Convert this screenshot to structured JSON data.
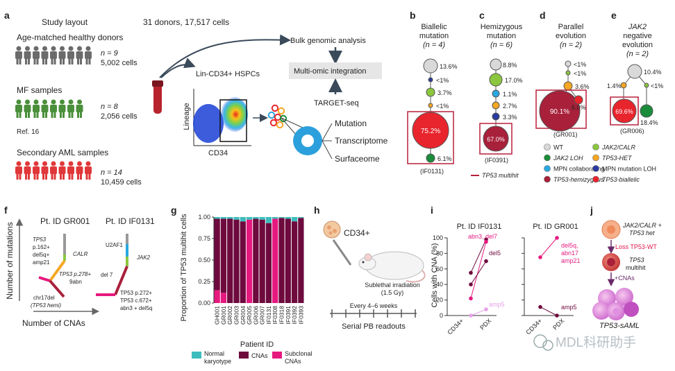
{
  "panel_a": {
    "letter": "a",
    "study_layout": "Study layout",
    "donor_summary": "31 donors, 17,517 cells",
    "groups": [
      {
        "name": "Age-matched healthy donors",
        "n": "n = 9",
        "cells": "5,002 cells",
        "color": "#6b6b6b"
      },
      {
        "name": "MF samples",
        "n": "n = 8",
        "cells": "2,056 cells",
        "color": "#4a8f3a",
        "ref": "Ref. 16"
      },
      {
        "name": "Secondary AML samples",
        "n": "n = 14",
        "cells": "10,459 cells",
        "color": "#e0383a"
      }
    ],
    "bulk": "Bulk genomic analysis",
    "lin": "Lin-CD34+ HSPCs",
    "multiomic": "Multi-omic integration",
    "target": "TARGET-seq",
    "lineage_axis": "Lineage",
    "cd34_axis": "CD34",
    "outputs": [
      "Mutation",
      "Transcriptome",
      "Surfaceome"
    ]
  },
  "panel_b": {
    "letter": "b",
    "title": [
      "Biallelic",
      "mutation",
      "(n = 4)"
    ],
    "labels": [
      "13.6%",
      "<1%",
      "3.7%",
      "<1%",
      "75.2%",
      "6.1%"
    ],
    "id": "(IF0131)"
  },
  "panel_c": {
    "letter": "c",
    "title": [
      "Hemizygous",
      "mutation",
      "(n = 6)"
    ],
    "labels": [
      "8.8%",
      "17.0%",
      "1.1%",
      "2.7%",
      "3.3%",
      "67.0%"
    ],
    "id": "(IF0391)",
    "multihit": "TP53 multihit"
  },
  "panel_d": {
    "letter": "d",
    "title": [
      "Parallel",
      "evolution",
      "(n = 2)"
    ],
    "labels": [
      "<1%",
      "<1%",
      "3.6%",
      "90.1%",
      "6.0%"
    ],
    "id": "(GR001)"
  },
  "panel_e": {
    "letter": "e",
    "title": [
      "JAK2",
      "negative",
      "evolution",
      "(n = 2)"
    ],
    "labels": [
      "10.4%",
      "1.4%",
      "<1%",
      "69.6%",
      "18.4%"
    ],
    "id": "(GR006)"
  },
  "legend": [
    {
      "label": "WT",
      "color": "#d9d9d9"
    },
    {
      "label": "JAK2/CALR",
      "color": "#8cc63f"
    },
    {
      "label": "JAK2 LOH",
      "color": "#1a8c3a"
    },
    {
      "label": "TP53-HET",
      "color": "#f5a623"
    },
    {
      "label": "MPN collaborating",
      "color": "#29a8e0"
    },
    {
      "label": "MPN mutation LOH",
      "color": "#2b3a9e"
    },
    {
      "label": "TP53-hemizygous",
      "color": "#a8203a"
    },
    {
      "label": "TP53-biallelic",
      "color": "#e8242c"
    }
  ],
  "panel_f": {
    "letter": "f",
    "id1": "Pt. ID GR001",
    "id2": "Pt. ID IF0131",
    "yaxis": "Number of mutations",
    "xaxis": "Number of CNAs",
    "labels1": [
      "TP53",
      "p.162+",
      "del5q+",
      "amp21",
      "CALR",
      "TP53 p.278+",
      "9abn",
      "chr17del",
      "(TP53 hemi)"
    ],
    "labels2": [
      "U2AF1",
      "JAK2",
      "del 7",
      "TP53 p.272+",
      "TP53 c.672+",
      "abn3 + del5q"
    ]
  },
  "panel_g": {
    "letter": "g",
    "ylabel": "Proportion of TP53 multihit cells",
    "xlabel": "Patient ID",
    "legend": [
      "Normal karyotype",
      "CNAs",
      "Subclonal CNAs"
    ]
  },
  "panel_h": {
    "letter": "h",
    "cd34": "CD34+",
    "irr1": "Sublethal irradiation",
    "irr2": "(1.5 Gy)",
    "weeks": "Every 4–6 weeks",
    "serial": "Serial PB readouts"
  },
  "panel_i": {
    "letter": "i",
    "ylabel": "Cells with CNA (%)",
    "title1": "Pt. ID IF0131",
    "title2": "Pt. ID GR001",
    "labels1": [
      "abn3, del7",
      "del5",
      "amp5"
    ],
    "labels2": [
      "del5q,",
      "abn17",
      "amp21",
      "amp5"
    ],
    "yticks": [
      "0",
      "20",
      "40",
      "60",
      "80",
      "100"
    ],
    "xticks": [
      "CD34+",
      "PDX"
    ]
  },
  "panel_j": {
    "letter": "j",
    "top1": "JAK2/CALR +",
    "top2": "TP53 het",
    "loss": "Loss TP53-WT",
    "mid1": "TP53",
    "mid2": "multihit",
    "cnas": "+CNAs",
    "bottom": "TP53-sAML"
  },
  "watermark": "MDL科研助手",
  "chart_data": {
    "type": "bar",
    "title": "",
    "xlabel": "Patient ID",
    "ylabel": "Proportion of TP53 multihit cells",
    "ylim": [
      0,
      1
    ],
    "categories": [
      "GH001",
      "GR001",
      "GR002",
      "GR003",
      "GR004",
      "GR005",
      "GR006",
      "GR007",
      "IF0131",
      "IF0308",
      "IF0318",
      "IF0391",
      "IF0392",
      "IF0393"
    ],
    "series": [
      {
        "name": "Subclonal CNAs",
        "color": "#e6197f",
        "values": [
          0.15,
          0.12,
          0.0,
          0.0,
          0.0,
          0.97,
          0.0,
          0.0,
          0.0,
          0.98,
          0.0,
          0.0,
          0.0,
          0.0
        ]
      },
      {
        "name": "CNAs",
        "color": "#6e0a3e",
        "values": [
          0.83,
          0.86,
          0.98,
          0.97,
          0.95,
          0.0,
          0.98,
          0.97,
          0.93,
          0.0,
          0.99,
          0.98,
          0.95,
          0.99
        ]
      },
      {
        "name": "Normal karyotype",
        "color": "#3cbcbc",
        "values": [
          0.02,
          0.02,
          0.02,
          0.03,
          0.05,
          0.03,
          0.02,
          0.03,
          0.07,
          0.02,
          0.01,
          0.02,
          0.05,
          0.01
        ]
      }
    ]
  }
}
